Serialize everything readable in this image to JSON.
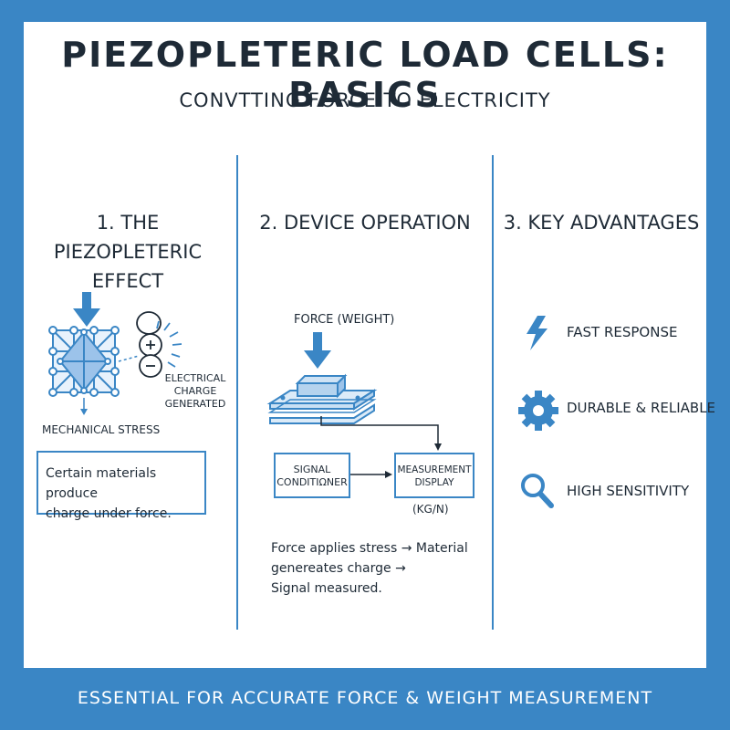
{
  "header": {
    "title": "PIEZOPLETERIC LOAD CELLS: BASICS",
    "subtitle": "CONVTTING FORCE TO ELECTRICITY"
  },
  "columns": [
    {
      "heading_line1": "1. THE PIEZOPLETERIC",
      "heading_line2": "EFFECT",
      "label_stress": "MECHANICAL STRESS",
      "label_charge_line1": "ELECTRICAL",
      "label_charge_line2": "CHARGE",
      "label_charge_line3": "GENERATED",
      "box_line1": "Certain materials produce",
      "box_line2": "charge under force."
    },
    {
      "heading": "2. DEVICE OPERATION",
      "label_force": "FORCE (WEIGHT)",
      "conditioner_line1": "SIGNAL",
      "conditioner_line2": "CONDITIΩNER",
      "display_line1": "MEASUREMENT",
      "display_line2": "DISPLAY",
      "display_unit": "(KG/N)",
      "desc_line1": "Force applies stress → Material",
      "desc_line2": "genereates charge →",
      "desc_line3": "Signal measured."
    },
    {
      "heading": "3. KEY ADVANTAGES",
      "items": [
        {
          "icon": "lightning-icon",
          "label": "FAST RESPONSE"
        },
        {
          "icon": "gear-icon",
          "label": "DURABLE & RELIABLE"
        },
        {
          "icon": "magnifier-icon",
          "label": "HIGH SENSITIVITY"
        }
      ]
    }
  ],
  "footer": {
    "text": "ESSENTIAL FOR ACCURATE FORCE & WEIGHT MEASUREMENT"
  },
  "colors": {
    "accent": "#3a86c5",
    "text": "#1e2a36",
    "crystal": "#9cc3ea"
  }
}
